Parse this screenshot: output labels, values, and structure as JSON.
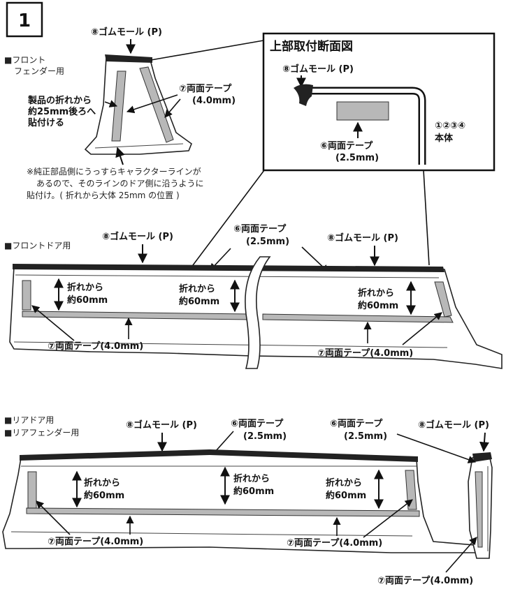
{
  "step_number": "1",
  "front_fender": {
    "heading_line1": "■フロント",
    "heading_line2": "フェンダー用",
    "molding_label": "⑧ゴムモール (P)",
    "tape_label_line1": "⑦両面テープ",
    "tape_label_line2": "(4.0mm)",
    "offset_note_line1": "製品の折れから",
    "offset_note_line2": "約25mm後ろへ",
    "offset_note_line3": "貼付ける",
    "footnote_line1": "※純正部品側にうっすらキャラクターラインが",
    "footnote_line2": "あるので、そのラインのドア側に沿うように",
    "footnote_line3": "貼付け。( 折れから大体 25mm の位置 )"
  },
  "cross_section": {
    "title": "上部取付断面図",
    "molding_label": "⑧ゴムモール (P)",
    "tape_label_line1": "⑥両面テープ",
    "tape_label_line2": "(2.5mm)",
    "body_label_line1": "①②③④",
    "body_label_line2": "本体"
  },
  "front_door": {
    "heading": "■フロントドア用",
    "molding_left": "⑧ゴムモール (P)",
    "molding_right": "⑧ゴムモール (P)",
    "top_tape_line1": "⑥両面テープ",
    "top_tape_line2": "(2.5mm)",
    "dist_left_line1": "折れから",
    "dist_left_line2": "約60mm",
    "dist_mid_line1": "折れから",
    "dist_mid_line2": "約60mm",
    "dist_right_line1": "折れから",
    "dist_right_line2": "約60mm",
    "tape_left": "⑦両面テープ(4.0mm)",
    "tape_right": "⑦両面テープ(4.0mm)"
  },
  "rear": {
    "heading_line1": "■リアドア用",
    "heading_line2": "■リアフェンダー用",
    "molding_label": "⑧ゴムモール (P)",
    "top_tape_line1": "⑥両面テープ",
    "top_tape_line2": "(2.5mm)",
    "dist_left_line1": "折れから",
    "dist_left_line2": "約60mm",
    "dist_mid_line1": "折れから",
    "dist_mid_line2": "約60mm",
    "dist_right_line1": "折れから",
    "dist_right_line2": "約60mm",
    "tape_left": "⑦両面テープ(4.0mm)",
    "tape_mid": "⑦両面テープ(4.0mm)",
    "fender_tape_line1": "⑥両面テープ",
    "fender_tape_line2": "(2.5mm)",
    "fender_molding": "⑧ゴムモール (P)",
    "fender_bottom_tape": "⑦両面テープ(4.0mm)"
  },
  "colors": {
    "ink": "#111111",
    "tape_fill": "#b8b8b8",
    "molding_fill": "#222222"
  }
}
